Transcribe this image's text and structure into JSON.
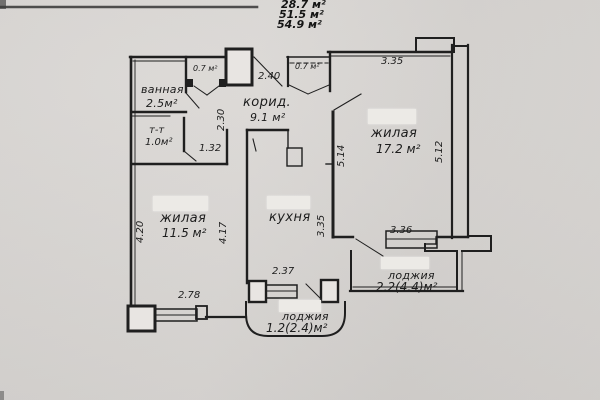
{
  "summary": {
    "areas": [
      "28.7 м²",
      "51.5 м²",
      "54.9 м²"
    ]
  },
  "rooms": {
    "bathroom": {
      "label": "ванная",
      "area": "2.5м²"
    },
    "toilet": {
      "label": "т-т",
      "area": "1.0м²"
    },
    "corridor": {
      "label": "корид.",
      "area": "9.1 м²"
    },
    "kitchen": {
      "label": "кухня"
    },
    "living_left": {
      "label": "жилая",
      "area": "11.5 м²"
    },
    "living_right": {
      "label": "жилая",
      "area": "17.2 м²"
    },
    "loggia_bottom": {
      "label": "лоджия",
      "area": "1.2(2.4)м²"
    },
    "loggia_right": {
      "label": "лоджия",
      "area": "2.2(4.4)м²"
    },
    "closet_left": {
      "area": "0.7 м²"
    },
    "closet_right": {
      "area": "0.7 м²"
    }
  },
  "dimensions": {
    "entry_width": "2.40",
    "corridor_depth": "2.30",
    "passage_width": "1.32",
    "living_right_top": "3.35",
    "living_right_left_side": "5.14",
    "living_right_right_side": "5.12",
    "kitchen_right_side": "3.35",
    "loggia_right_window": "3.36",
    "kitchen_window": "2.37",
    "living_left_bottom": "2.78",
    "living_left_left_side": "4.20",
    "living_left_right_side": "4.17"
  }
}
